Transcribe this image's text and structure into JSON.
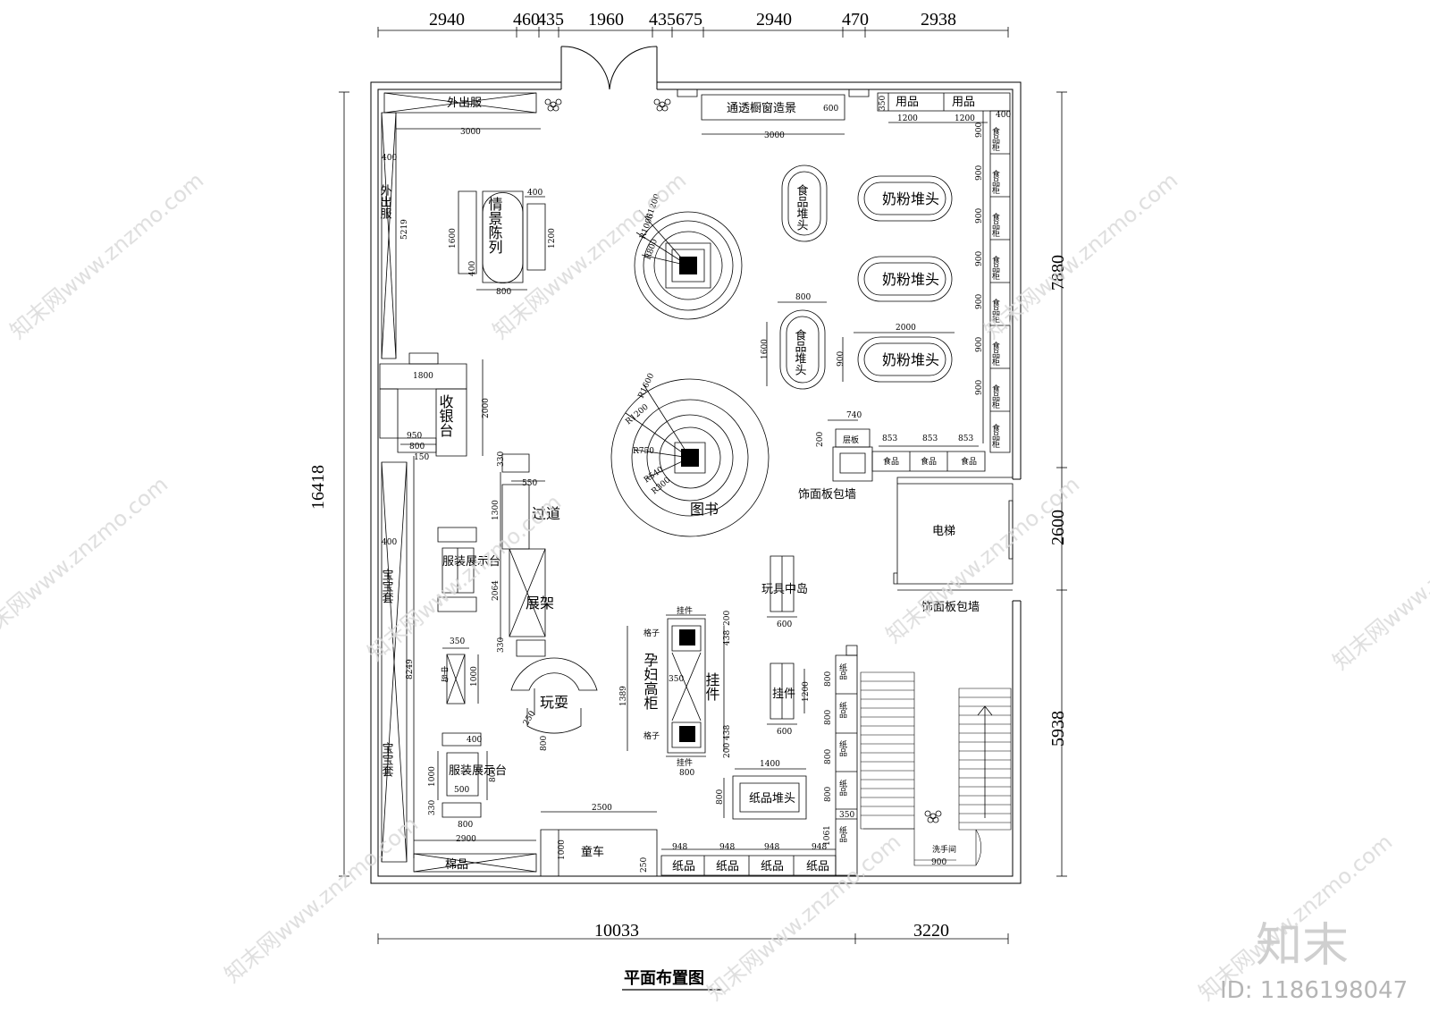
{
  "title": "平面布置图",
  "dims": {
    "top": [
      "2940",
      "460",
      "435",
      "1960",
      "435",
      "675",
      "2940",
      "470",
      "2938"
    ],
    "bottom": [
      "10033",
      "3220"
    ],
    "left": "16418",
    "right": [
      "7880",
      "2600",
      "5938"
    ]
  },
  "zones": {
    "outer_wear_top": "外出服",
    "outer_wear_side": "外出服",
    "window_display": "通透橱窗造景",
    "supplies": "用品",
    "food_cabinet": "食品柜",
    "food_stack": "食品堆头",
    "formula_stack": "奶粉堆头",
    "shelf_board": "层板",
    "food": "食品",
    "deco_panel": "饰面板包墙",
    "elevator": "电梯",
    "cashier": "收银台",
    "parent_child": "情景陈列",
    "books": "图书",
    "aisle": "过道",
    "display_rack": "展架",
    "garment_table": "服装展示台",
    "baby_set": "宝宝套",
    "play": "玩耍",
    "low_cabinet": "中岛",
    "maternity_cabinet": "孕妇高柜",
    "hook": "挂件",
    "hook_vertical": "挂件",
    "grid": "格子",
    "toy_island": "玩具中岛",
    "paper": "纸品",
    "paper_stack": "纸品堆头",
    "stroller": "童车",
    "cotton": "棉品",
    "washroom": "洗手间"
  },
  "notes": {
    "d3000": "3000",
    "d400": "400",
    "d800": "800",
    "d1600": "1600",
    "d1200": "1200",
    "d600": "600",
    "d900": "900",
    "d2000": "2000",
    "d740": "740",
    "d853": "853",
    "d1800": "1800",
    "d950": "950",
    "d550": "550",
    "d1300": "1300",
    "d2064": "2064",
    "d330": "330",
    "d350": "350",
    "d1000": "1000",
    "d1389": "1389",
    "d438": "438",
    "d200": "200",
    "d1400": "1400",
    "d2500": "2500",
    "d2900": "2900",
    "d948": "948",
    "d1061": "1061",
    "d5219": "5219",
    "d8249": "8249",
    "r1600": "R1600",
    "r1200": "R1200",
    "r750": "R750",
    "r540": "R540",
    "r300": "R300",
    "r1000": "R1000",
    "r800": "R800"
  },
  "watermark": "知末网www.znzmo.com",
  "brand": "知末",
  "id_label": "ID: 1186198047",
  "icons": [
    "flower-icon",
    "stair-arrow-icon"
  ]
}
